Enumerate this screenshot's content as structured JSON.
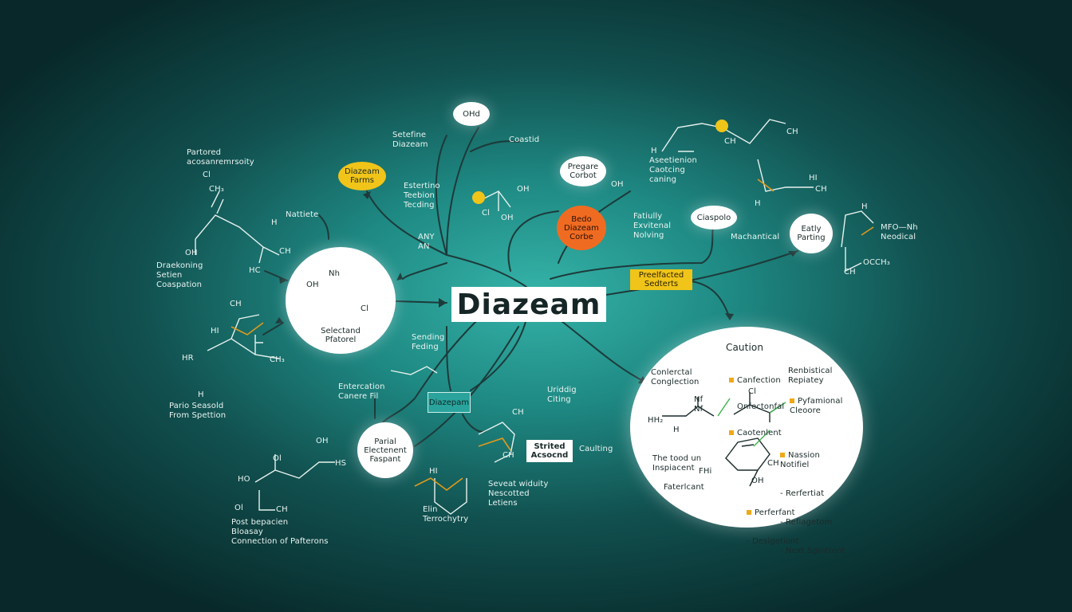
{
  "title": "Diazeam",
  "colors": {
    "line": "#1d3a3a",
    "yellow": "#f0c419",
    "orange": "#f06b22",
    "white": "#ffffff"
  },
  "bubbles": {
    "top": "OHd",
    "diazeam_farms": "Diazeam\nFarms",
    "diazeam_carbon": "Pregare\nCorbot",
    "orange_center": "Bedo\nDiazeam\nCorbe",
    "ciaspolo": "Ciaspolo",
    "early_parting": "Eatly\nParting",
    "selected": "Selectand\nPfatorel",
    "partial": "Parial\nElectenent\nFaspant",
    "predicted": "Preelfacted\nSedterts",
    "diazepam_box": "Diazepam",
    "striled": "Strited\nAcsocnd"
  },
  "labels": {
    "l_partored": "Partored\nacosanremrsoity",
    "l_cl": "Cl",
    "l_ch3": "CH₃",
    "l_nattiete": "Nattiete",
    "l_h1": "H",
    "l_oh1": "OH",
    "l_ch1": "CH",
    "l_hc": "HC",
    "l_draekoning": "Draekoning\nSetien\nCoaspation",
    "l_ch2": "CH",
    "l_hi": "HI",
    "l_hr": "HR",
    "l_ch3b": "CH₃",
    "l_h2": "H",
    "l_pario": "Pario Seasold\nFrom Spettion",
    "l_oh2": "OH",
    "l_ol": "Ol",
    "l_hs": "HS",
    "l_ho": "HO",
    "l_ol2": "Ol",
    "l_ch4": "CH",
    "l_post": "Post bepacien\nBloasay\nConnection of Pafterons",
    "l_setef": "Setefine\nDiazeam",
    "l_coastid": "Coastid",
    "l_estertino": "Estertino\nTeebion\nTecding",
    "l_any": "ANY\nAN",
    "l_oh3": "OH",
    "l_cl2": "Cl",
    "l_oh4": "OH",
    "l_oh5": "OH",
    "l_nh": "Nh",
    "l_oh6": "OH",
    "l_cl3": "Cl",
    "l_sending": "Sending\nFeding",
    "l_entertion": "Entercation\nCanere Fil",
    "l_ch5": "CH",
    "l_ch6": "CH",
    "l_uriddig": "Uriddig\nCiting",
    "l_hi2": "HI",
    "l_eiin": "Elin\nTerrochytry",
    "l_sevent": "Seveat widuity\nNescotted\nLetiens",
    "l_caulting": "Caulting",
    "l_ch7": "CH",
    "l_hi3": "H",
    "l_asetheion": "Aseetienion\nCaotcing\ncaning",
    "l_ch8": "CH",
    "l_hi4": "HI",
    "l_ch9": "CH",
    "l_h5": "H",
    "l_fatiully": "Fatiully\nExvitenal\nNolving",
    "l_mechanical": "Machantical",
    "l_mfo": "MFO—Nh\nNeodical",
    "l_h6": "H",
    "l_occh": "OCCH₃",
    "l_ch10": "CH"
  },
  "caution": {
    "title": "Caution",
    "left1": "Conlerctal\nConglection",
    "bullets_top": [
      "Canfection",
      "Onfectonfal",
      "Caotenlent"
    ],
    "right_top": "Renbistical\nRepiatey",
    "sub1": "Pyfamional\nCleoore",
    "nh": "Nf\nNf",
    "hh": "HH₂",
    "h": "H",
    "cl": "Cl",
    "left2": "The tood un\nInspiacent",
    "fh": "FHi",
    "ch": "CH",
    "oh": "OH",
    "left3": "Faterlcant",
    "nassion_head": "Nassion\nNotifiel",
    "nassion": [
      "Rerfertiat",
      "Refiagetom",
      "Next Sgmtrent"
    ],
    "perf_head": "Perferfant",
    "perf": [
      "Desigetiont"
    ]
  }
}
